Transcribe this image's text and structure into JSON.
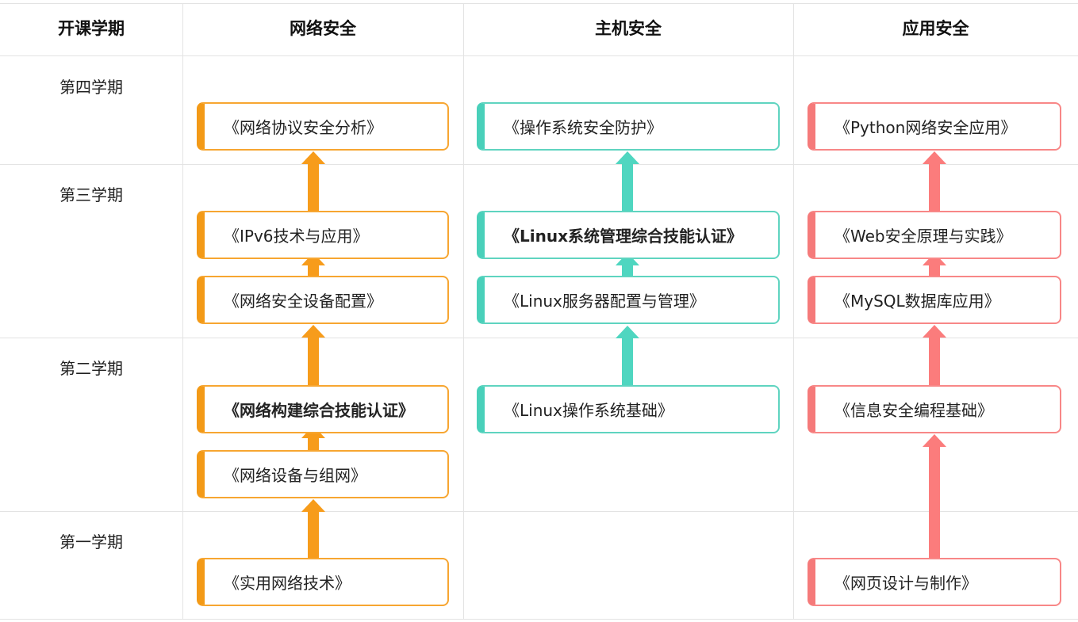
{
  "headers": {
    "semester": "开课学期",
    "network": "网络安全",
    "host": "主机安全",
    "application": "应用安全"
  },
  "semesters": {
    "s4": "第四学期",
    "s3": "第三学期",
    "s2": "第二学期",
    "s1": "第一学期"
  },
  "network": {
    "protocol_analysis": "《网络协议安全分析》",
    "ipv6": "《IPv6技术与应用》",
    "device_config": "《网络安全设备配置》",
    "build_cert": "《网络构建综合技能认证》",
    "devices_networking": "《网络设备与组网》",
    "practical_network": "《实用网络技术》"
  },
  "host": {
    "os_security": "《操作系统安全防护》",
    "linux_admin_cert": "《Linux系统管理综合技能认证》",
    "linux_server": "《Linux服务器配置与管理》",
    "linux_basics": "《Linux操作系统基础》"
  },
  "application": {
    "python_security": "《Python网络安全应用》",
    "web_security": "《Web安全原理与实践》",
    "mysql": "《MySQL数据库应用》",
    "programming_basics": "《信息安全编程基础》",
    "web_design": "《网页设计与制作》"
  },
  "colors": {
    "network": "#f79c1b",
    "host": "#4fd6c0",
    "application": "#fb7c7c",
    "grid": "#e3e3e3"
  }
}
